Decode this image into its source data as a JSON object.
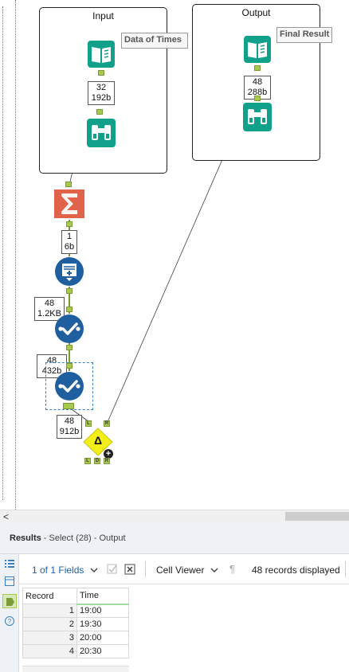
{
  "canvas": {
    "input_container": {
      "title": "Input"
    },
    "output_container": {
      "title": "Output"
    },
    "annotations": {
      "input_tool": "Data of Times",
      "output_tool": "Final Result"
    },
    "counts": {
      "input": {
        "records": "32",
        "size": "192b"
      },
      "output": {
        "records": "48",
        "size": "288b"
      },
      "summarize": {
        "records": "1",
        "size": "6b"
      },
      "append": {
        "records": "48",
        "size": "1.2KB"
      },
      "select_1": {
        "records": "48",
        "size": "432b"
      },
      "select_2": {
        "records": "48",
        "size": "912b"
      }
    },
    "anchors": {
      "left": "L",
      "right": "R",
      "diff": "D"
    },
    "delta_symbol": "Δ",
    "scroll_left_glyph": "<"
  },
  "results": {
    "label": "Results",
    "description": " - Select (28) - Output",
    "fields_selector": "1 of 1 Fields",
    "cell_viewer": "Cell Viewer",
    "records_displayed": "48 records displayed",
    "columns": [
      "Record",
      "Time"
    ],
    "rows": [
      {
        "record": "1",
        "time": "19:00"
      },
      {
        "record": "2",
        "time": "19:30"
      },
      {
        "record": "3",
        "time": "20:00"
      },
      {
        "record": "4",
        "time": "20:30"
      }
    ]
  },
  "colors": {
    "teal_tool": "#11a08a",
    "summarize": "#e0634a",
    "blue_tool": "#1f5fa0",
    "anchor_green": "#a8c94f",
    "detect_yellow": "#f2ee1a"
  }
}
